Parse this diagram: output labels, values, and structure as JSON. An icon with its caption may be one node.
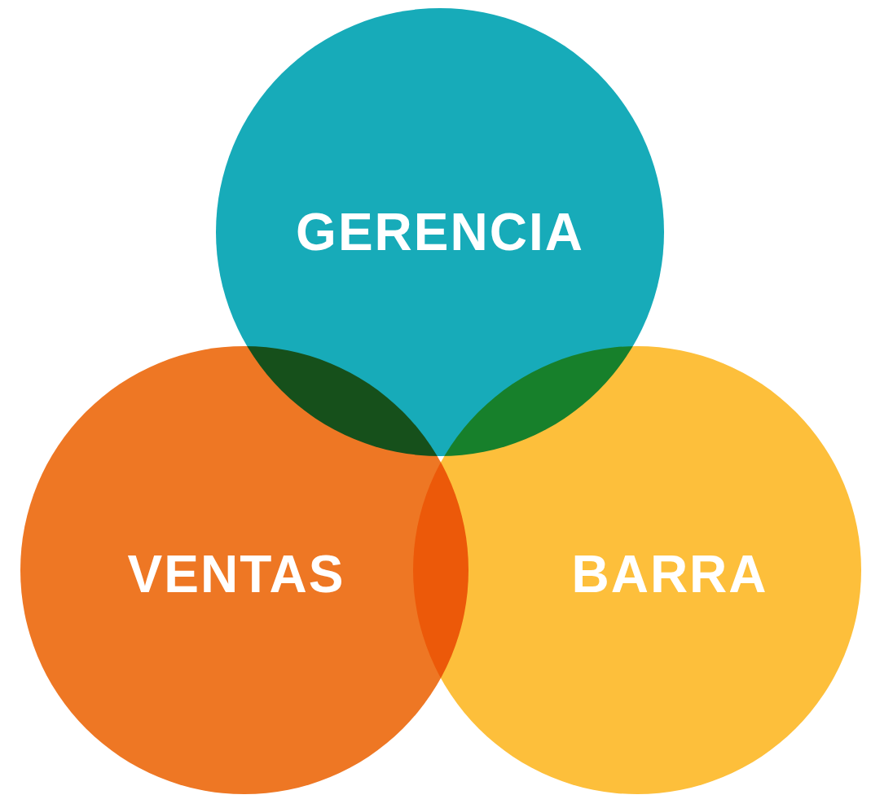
{
  "diagram": {
    "nodes": [
      {
        "text": [
          "GERENCIA"
        ]
      },
      {
        "text": [
          "VENTAS"
        ]
      },
      {
        "text": [
          "BARRA"
        ]
      }
    ]
  }
}
